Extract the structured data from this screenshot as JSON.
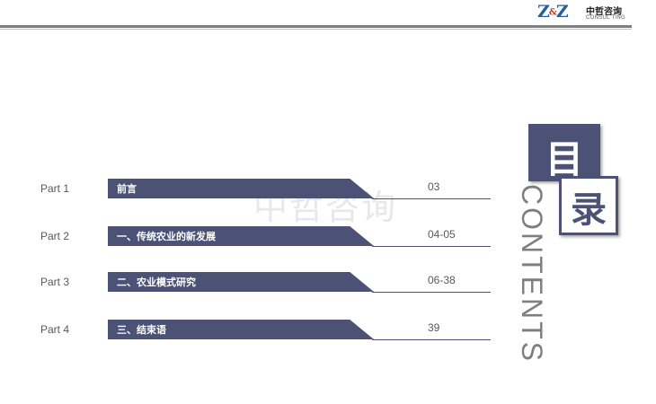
{
  "header": {
    "logo_mark": "Z&Z",
    "logo_cn": "中哲咨询",
    "logo_en": "CONSUL TING"
  },
  "watermark": "中哲咨询",
  "toc": [
    {
      "part": "Part 1",
      "title": "前言",
      "pages": "03"
    },
    {
      "part": "Part 2",
      "title": "一、传统农业的新发展",
      "pages": "04-05"
    },
    {
      "part": "Part 3",
      "title": "二、农业模式研究",
      "pages": "06-38"
    },
    {
      "part": "Part 4",
      "title": "三、结束语",
      "pages": "39"
    }
  ],
  "side_title": {
    "char_1": "目",
    "char_2": "录",
    "word": "CONTENTS"
  },
  "colors": {
    "accent": "#4b5276",
    "text_gray": "#595959",
    "logo_blue": "#2a5d9a"
  }
}
